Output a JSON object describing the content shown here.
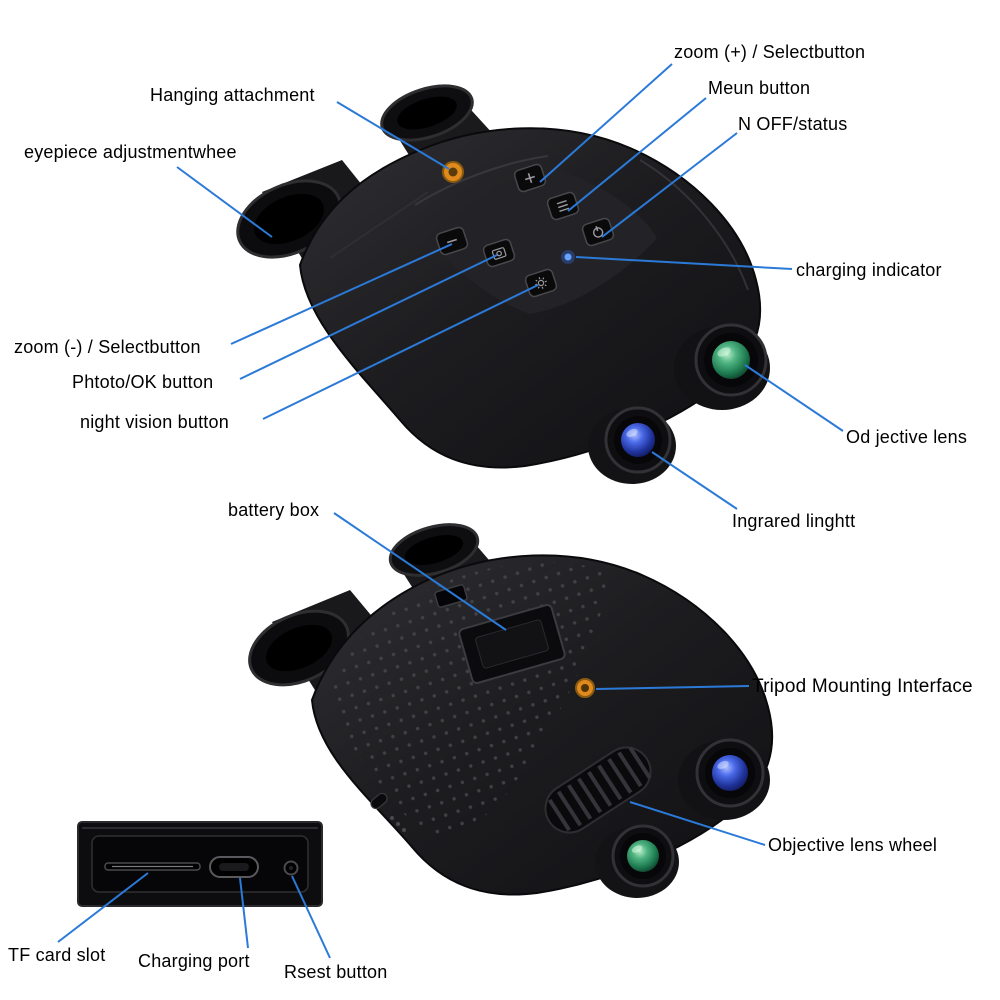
{
  "diagram_title": "Night vision binoculars — labeled parts diagram",
  "colors": {
    "background": "#ffffff",
    "callout_line": "#2b7ad8",
    "label_text": "#000000",
    "device_body": "#1d1d20",
    "objective_lens_green": "#2f9868",
    "infrared_lens_blue": "#3a5fe0",
    "accent_orange": "#e08a1e",
    "charging_led_blue": "#3a7bff"
  },
  "icons": {
    "zoom_plus_button": "plus-icon",
    "menu_button": "menu-lines-icon",
    "power_button": "power-icon",
    "zoom_minus_button": "minus-icon",
    "photo_ok_button": "camera-icon",
    "night_vision_button": "ir-light-icon",
    "charging_led": "led-dot"
  },
  "labels": {
    "zoom_plus": "zoom (+) / Selectbutton",
    "menu": "Meun button",
    "power_status": "N OFF/status",
    "hanging_attachment": "Hanging attachment",
    "eyepiece_wheel": "eyepiece adjustmentwhee",
    "charging_indicator": "charging indicator",
    "zoom_minus": "zoom (-) / Selectbutton",
    "photo_ok": "Phtoto/OK button",
    "night_vision": "night vision button",
    "objective_lens": "Od jective lens",
    "infrared_light": "Ingrared linghtt",
    "battery_box": "battery box",
    "tripod_mount": "Tripod Mounting Interface",
    "lens_wheel": "Objective lens wheel",
    "tf_card_slot": "TF card slot",
    "charging_port": "Charging port",
    "reset_button": "Rsest button"
  }
}
